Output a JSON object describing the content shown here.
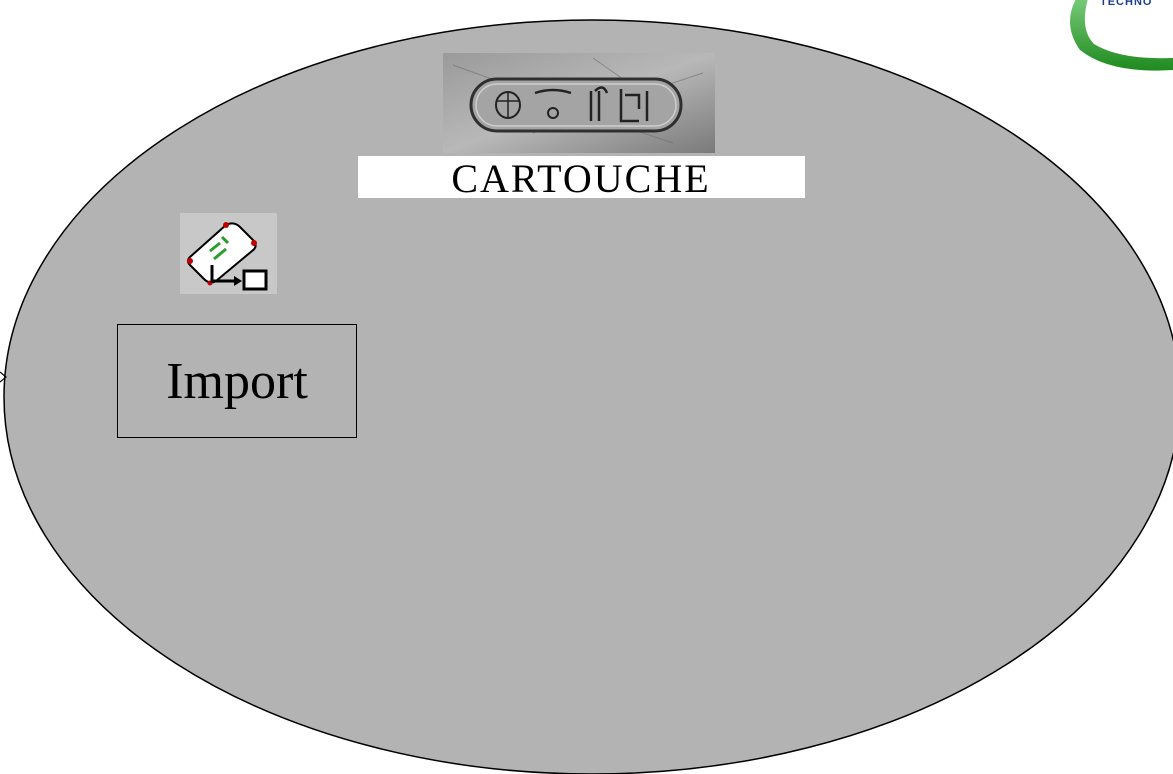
{
  "diagram": {
    "node": {
      "label": "Import"
    },
    "logo": {
      "text": "CARTOUCHE"
    },
    "corner_logo": {
      "text": "TECHNO"
    },
    "colors": {
      "ellipse_fill": "#b3b3b3",
      "ellipse_stroke": "#000000",
      "stone_light": "#a9a9a9",
      "stone_dark": "#5a5a5a",
      "logo_ring": "#3aa53a",
      "icon_bg": "#c8c8c8"
    },
    "icons": [
      "cartouche-stone-icon",
      "import-scroll-icon",
      "corner-logo-icon"
    ]
  }
}
